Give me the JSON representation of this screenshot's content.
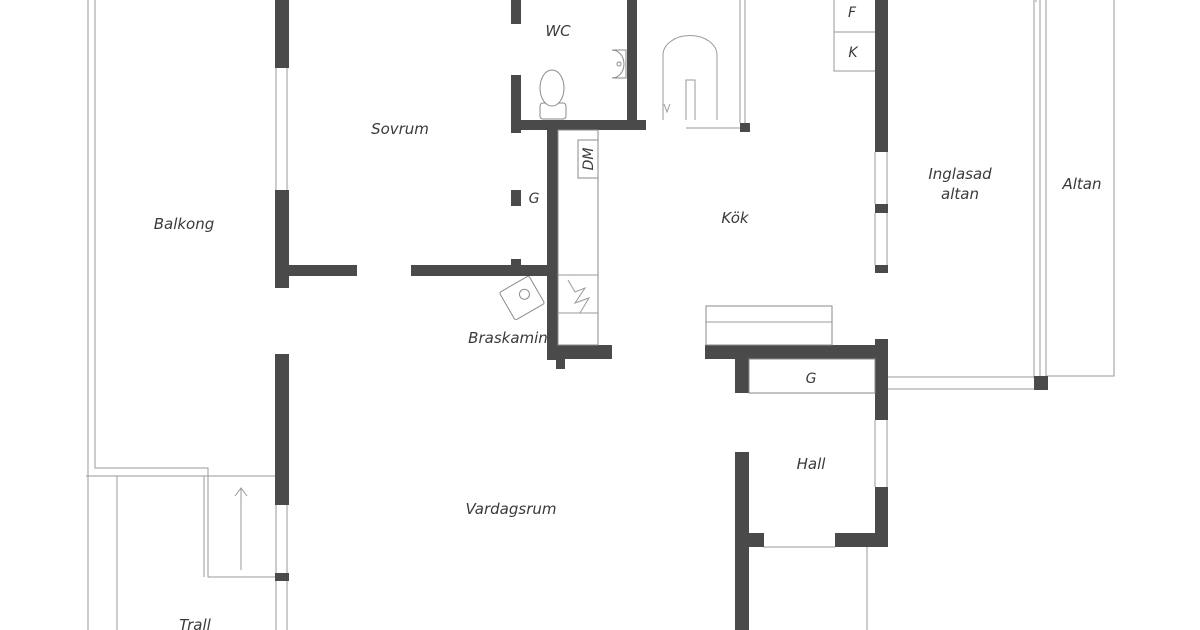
{
  "rooms": {
    "wc": "WC",
    "sovrum": "Sovrum",
    "balkong": "Balkong",
    "kok": "Kök",
    "inglasad_line1": "Inglasad",
    "inglasad_line2": "altan",
    "altan": "Altan",
    "braskamin": "Braskamin",
    "hall": "Hall",
    "vardagsrum": "Vardagsrum",
    "trall": "Trall"
  },
  "fixtures": {
    "freezer": "F",
    "fridge": "K",
    "dishwasher": "DM",
    "wardrobe_sovrum": "G",
    "wardrobe_hall": "G"
  },
  "colors": {
    "wall": "#4a4a4a",
    "line": "#9a9a9a",
    "text": "#3a3a3a"
  }
}
